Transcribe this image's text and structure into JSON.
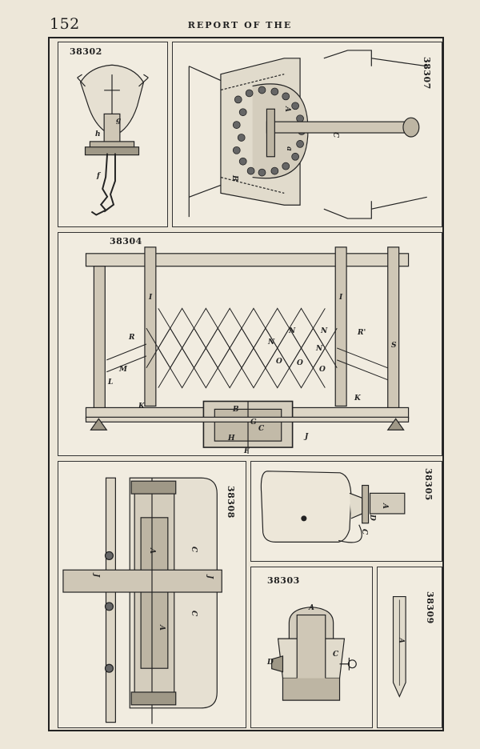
{
  "header": {
    "page_number": "152",
    "running_head": "REPORT OF THE"
  },
  "figures": {
    "f38302": {
      "number": "38302",
      "labels": {
        "g": "g",
        "h": "h",
        "f": "f"
      }
    },
    "f38307": {
      "number": "38307",
      "labels": {
        "A": "A",
        "a": "a",
        "C": "C",
        "B": "B"
      }
    },
    "f38304": {
      "number": "38304",
      "labels": {
        "I1": "I",
        "I2": "I",
        "R": "R",
        "R2": "R'",
        "N1": "N",
        "N2": "N",
        "N3": "N",
        "N4": "N",
        "O1": "O",
        "O2": "O",
        "O3": "O",
        "M": "M",
        "L": "L",
        "S": "S",
        "K1": "K",
        "K2": "K",
        "B": "B",
        "G": "G",
        "C": "C",
        "H": "H",
        "J": "J",
        "F": "F"
      }
    },
    "f38308": {
      "number": "38308",
      "labels": {
        "C1": "C",
        "C2": "C",
        "A1": "A",
        "A2": "A",
        "J1": "J",
        "J2": "J"
      }
    },
    "f38305": {
      "number": "38305",
      "labels": {
        "A": "A",
        "D": "D",
        "C": "C"
      }
    },
    "f38303": {
      "number": "38303",
      "labels": {
        "A": "A",
        "D": "D",
        "C": "C"
      }
    },
    "f38309": {
      "number": "38309",
      "labels": {
        "A": "A"
      }
    }
  }
}
